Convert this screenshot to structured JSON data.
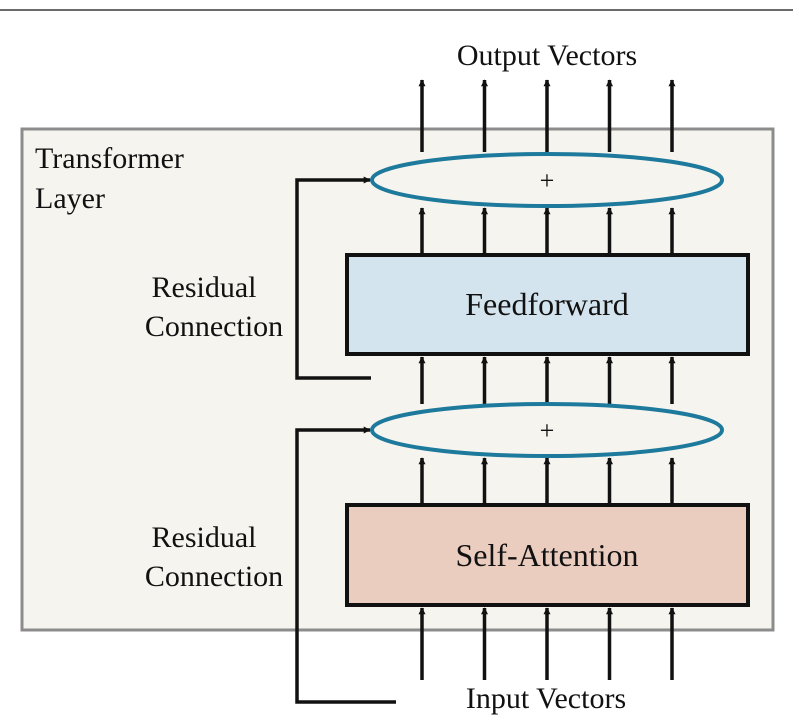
{
  "title": "Transformer Layer",
  "labels": {
    "output": "Output Vectors",
    "input": "Input Vectors",
    "frame_line1": "Transformer",
    "frame_line2": "Layer",
    "residual_top_line1": "Residual",
    "residual_top_line2": "Connection",
    "residual_bottom_line1": "Residual",
    "residual_bottom_line2": "Connection"
  },
  "blocks": {
    "feedforward": "Feedforward",
    "self_attention": "Self-Attention"
  },
  "add_nodes": {
    "top": "+",
    "bottom": "+"
  },
  "vector_count": 5,
  "colors": {
    "frame_fill": "#f6f4ee",
    "frame_stroke": "#8c8c8c",
    "feedforward_fill": "#d4e4ee",
    "self_attention_fill": "#ebcdc0",
    "add_stroke": "#1d7a9c",
    "line": "#111111"
  }
}
